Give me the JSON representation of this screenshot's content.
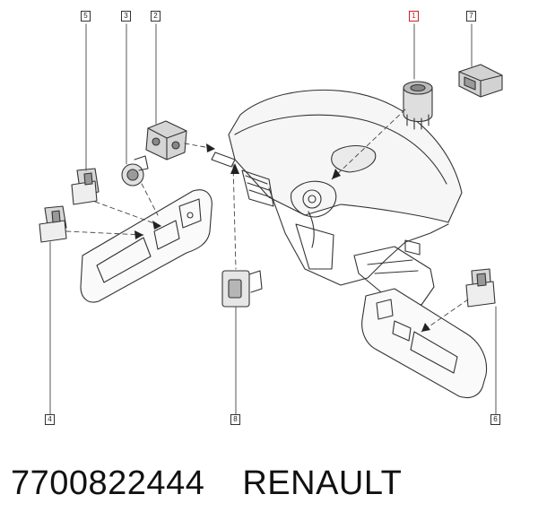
{
  "callouts": {
    "c1": "1",
    "c2": "2",
    "c3": "3",
    "c4": "4",
    "c5": "5",
    "c6": "6",
    "c7": "7",
    "c8": "8"
  },
  "highlight_color": "#d02020",
  "caption": {
    "part_number": "7700822444",
    "brand": "RENAULT"
  }
}
